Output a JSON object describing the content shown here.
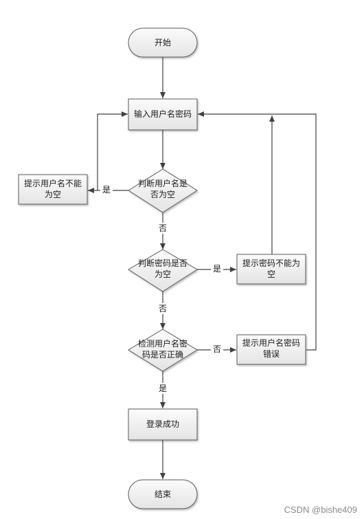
{
  "nodes": {
    "start": {
      "label": "开始"
    },
    "input": {
      "label": "输入用户名密码"
    },
    "check_username": {
      "line1": "判断用户名是",
      "line2": "否为空"
    },
    "prompt_username": {
      "line1": "提示用户名不能",
      "line2": "为空"
    },
    "check_password": {
      "line1": "判断密码是否",
      "line2": "为空"
    },
    "prompt_password": {
      "line1": "提示密码不能为",
      "line2": "空"
    },
    "verify": {
      "line1": "检测用户名密",
      "line2": "码是否正确"
    },
    "prompt_wrong": {
      "line1": "提示用户名密码",
      "line2": "错误"
    },
    "success": {
      "label": "登录成功"
    },
    "end": {
      "label": "结束"
    }
  },
  "edges": {
    "username_empty_yes": "是",
    "username_empty_no": "否",
    "password_empty_yes": "是",
    "password_empty_no": "否",
    "credentials_wrong": "否",
    "credentials_ok": "是"
  },
  "colors": {
    "fill_top": "#fbfbfb",
    "fill_bottom": "#e6e6e6",
    "stroke": "#5a5a5a",
    "line": "#404040"
  },
  "watermark": "CSDN @bishe409"
}
